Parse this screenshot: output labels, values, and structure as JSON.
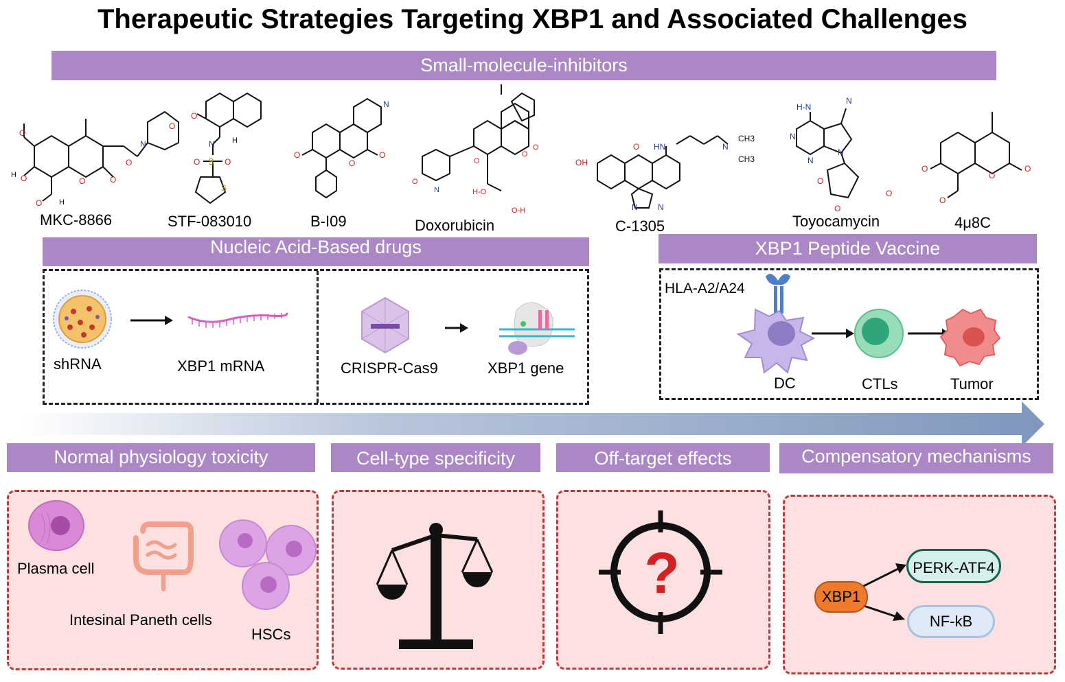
{
  "title": "Therapeutic Strategies Targeting XBP1 and Associated Challenges",
  "colors": {
    "band": "#ac87c5",
    "challenge_fill": "#fde1e1",
    "challenge_border": "#c0393b",
    "arrow": "#7f96bd",
    "xbp1_node": "#f07a2c",
    "perk_node": "#d3f0ea",
    "nfkb_node": "#dfeaf8"
  },
  "small_molecules": {
    "header": "Small-molecule-inhibitors",
    "compounds": [
      "MKC-8866",
      "STF-083010",
      "B-I09",
      "Doxorubicin",
      "C-1305",
      "Toyocamycin",
      "4μ8C"
    ]
  },
  "nucleic_acid": {
    "header": "Nucleic Acid-Based drugs",
    "shrna": "shRNA",
    "mrna": "XBP1 mRNA",
    "crispr": "CRISPR-Cas9",
    "gene": "XBP1 gene"
  },
  "vaccine": {
    "header": "XBP1 Peptide Vaccine",
    "hla": "HLA-A2/A24",
    "dc": "DC",
    "ctls": "CTLs",
    "tumor": "Tumor"
  },
  "challenges": {
    "toxicity": {
      "header": "Normal physiology toxicity",
      "plasma": "Plasma cell",
      "paneth": "Intesinal Paneth cells",
      "hscs": "HSCs"
    },
    "specificity": {
      "header": "Cell-type specificity"
    },
    "offtarget": {
      "header": "Off-target effects",
      "mark": "?"
    },
    "compensatory": {
      "header": "Compensatory mechanisms",
      "xbp1": "XBP1",
      "perk": "PERK-ATF4",
      "nfkb": "NF-kB"
    }
  }
}
